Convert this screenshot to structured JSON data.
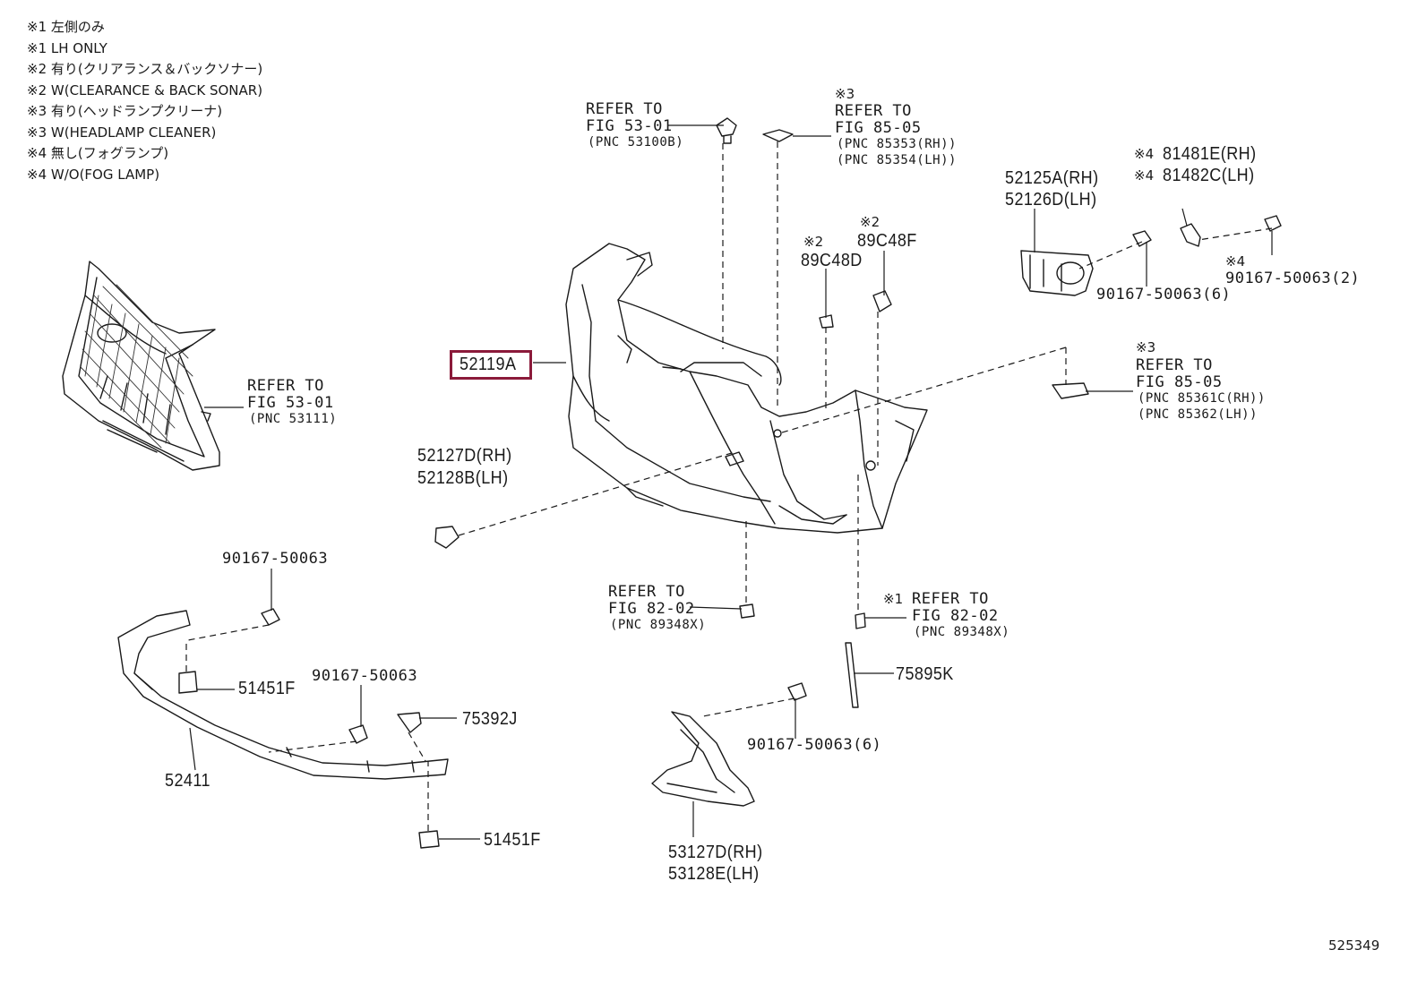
{
  "notes": [
    "※1 左側のみ",
    "※1 LH ONLY",
    "※2 有り(クリアランス＆バックソナー)",
    "※2 W(CLEARANCE & BACK SONAR)",
    "※3 有り(ヘッドランプクリーナ)",
    "※3 W(HEADLAMP CLEANER)",
    "※4 無し(フォグランプ)",
    "※4 W/O(FOG LAMP)"
  ],
  "refs": {
    "grille": {
      "line1": "REFER TO",
      "line2": "FIG 53-01",
      "pnc": "(PNC 53111)"
    },
    "clip_top": {
      "line1": "REFER TO",
      "line2": "FIG 53-01",
      "pnc": "(PNC 53100B)"
    },
    "washer_cap": {
      "mark": "※3",
      "line1": "REFER TO",
      "line2": "FIG 85-05",
      "pnc1": "(PNC 85353(RH))",
      "pnc2": "(PNC 85354(LH))"
    },
    "washer_side": {
      "mark": "※3",
      "line1": "REFER TO",
      "line2": "FIG 85-05",
      "pnc1": "(PNC 85361C(RH))",
      "pnc2": "(PNC 85362(LH))"
    },
    "bracket_bottom": {
      "line1": "REFER TO",
      "line2": "FIG 82-02",
      "pnc": "(PNC 89348X)"
    },
    "bracket_right": {
      "mark": "※1",
      "line1": "REFER TO",
      "line2": "FIG 82-02",
      "pnc": "(PNC 89348X)"
    }
  },
  "parts": {
    "bumper_cover": "52119A",
    "sensor_d": {
      "mark": "※2",
      "code": "89C48D"
    },
    "sensor_f": {
      "mark": "※2",
      "code": "89C48F"
    },
    "fog_bracket_rh": "52125A(RH)",
    "fog_bracket_lh": "52126D(LH)",
    "fog_cover_rh": {
      "mark": "※4",
      "code": "81481E(RH)"
    },
    "fog_cover_lh": {
      "mark": "※4",
      "code": "81482C(LH)"
    },
    "screw_fog": "90167-50063(6)",
    "screw_fog_cover": {
      "mark": "※4",
      "code": "90167-50063(2)"
    },
    "tow_cap_rh": "52127D(RH)",
    "tow_cap_lh": "52128B(LH)",
    "screw_spoiler_top": "90167-50063",
    "nut_spoiler": "51451F",
    "screw_spoiler_mid": "90167-50063",
    "clip_spoiler": "75392J",
    "spoiler": "52411",
    "nut_spoiler_bottom": "51451F",
    "screw_garnish": "90167-50063(6)",
    "garnish_rh": "53127D(RH)",
    "garnish_lh": "53128E(LH)",
    "moulding": "75895K"
  },
  "image_number": "525349",
  "colors": {
    "highlight": "#8b1a3a",
    "ink": "#1a1a1a"
  }
}
